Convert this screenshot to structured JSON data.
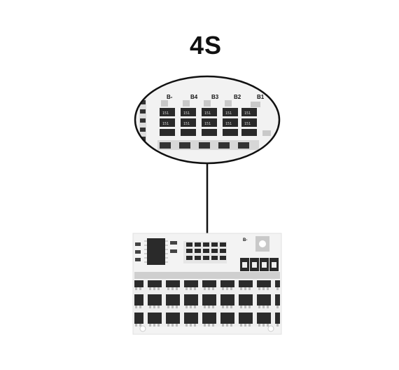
{
  "heading": "4S",
  "zoom_labels": [
    "B-",
    "B4",
    "B3",
    "B2",
    "B1"
  ],
  "board_label": "B-",
  "resistor_code": "151",
  "colors": {
    "board": "#f4f4f4",
    "component": "#2a2a2a",
    "outline": "#111111",
    "pad": "#c9c9c9"
  }
}
